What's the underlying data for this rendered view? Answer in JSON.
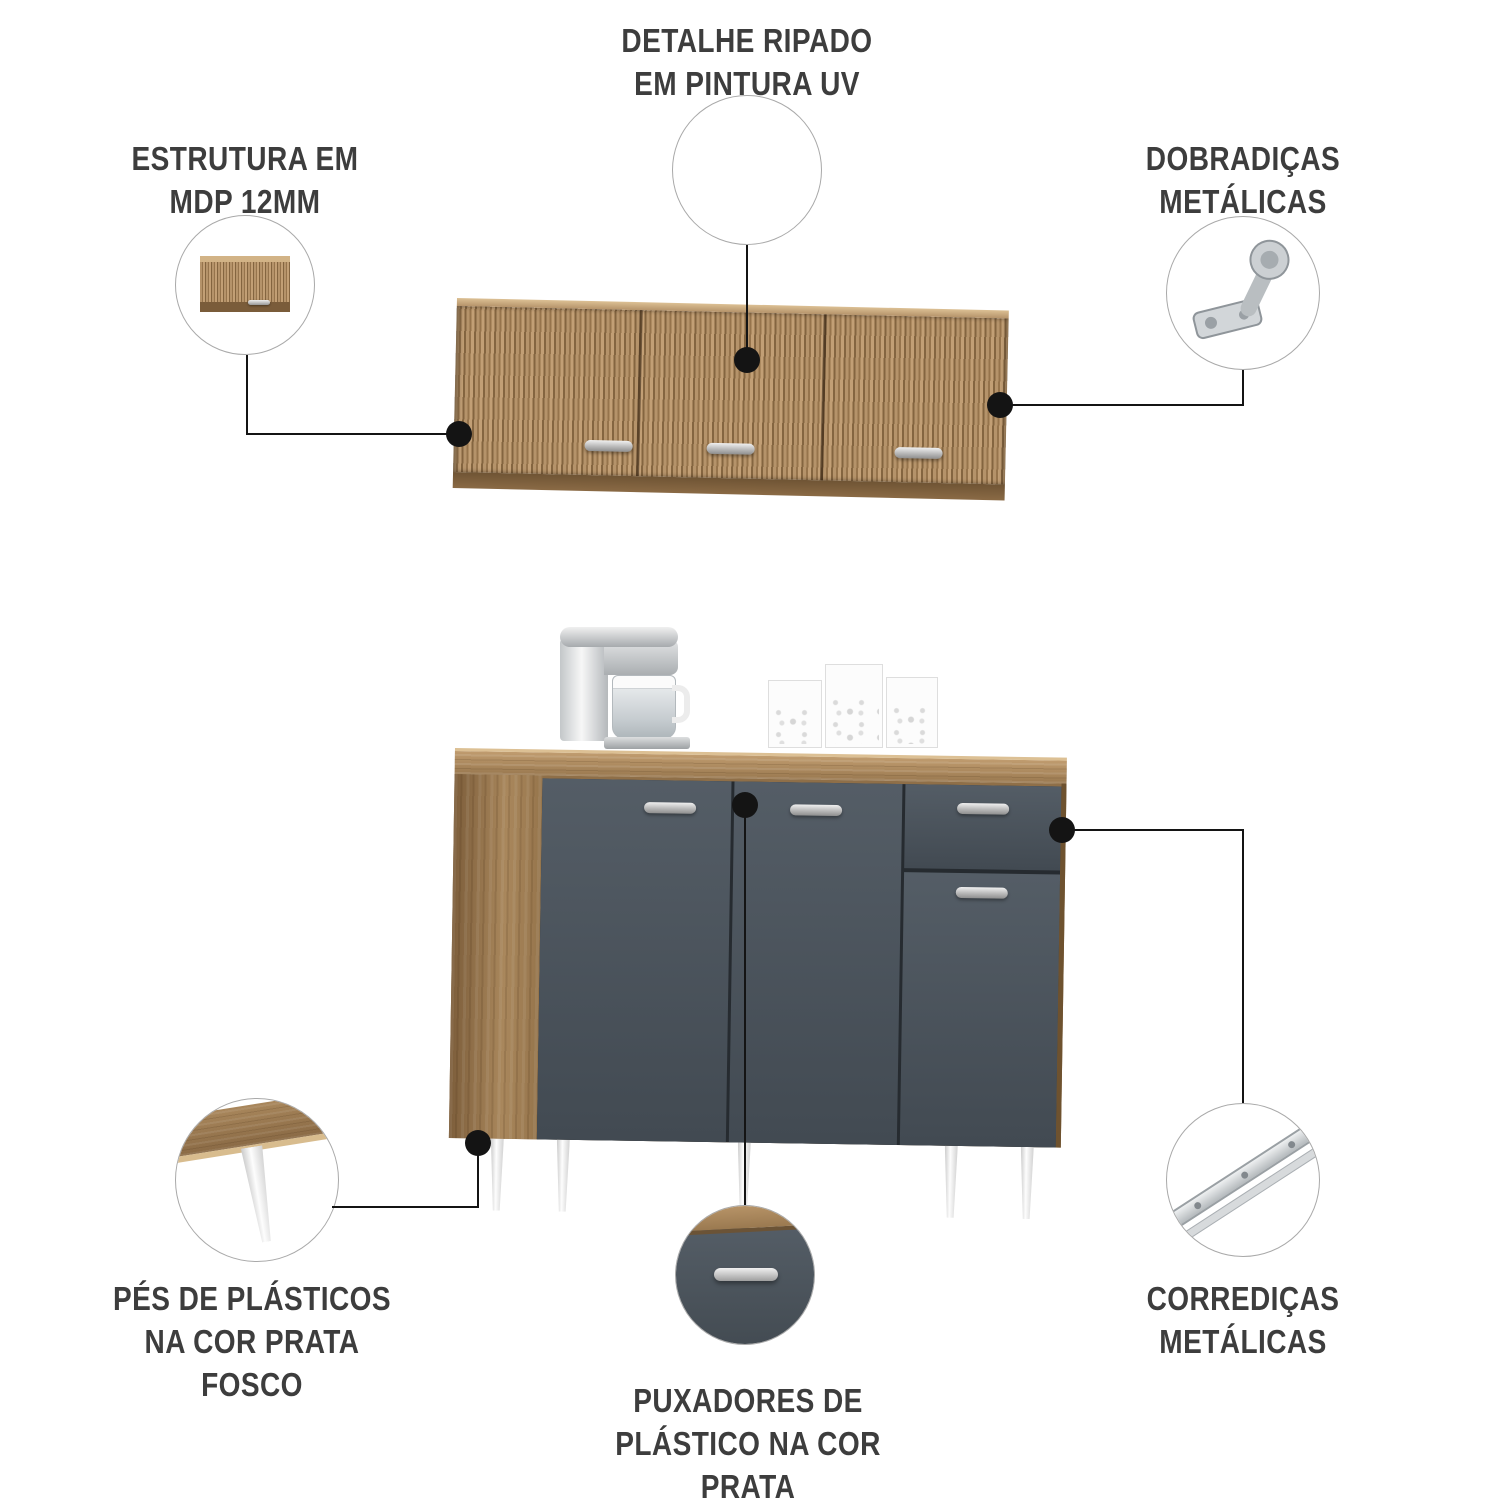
{
  "callouts": {
    "slats": {
      "label": "DETALHE RIPADO\nEM PINTURA UV"
    },
    "structure": {
      "label": "ESTRUTURA EM\nMDP 12MM"
    },
    "hinges": {
      "label": "DOBRADIÇAS\nMETÁLICAS"
    },
    "feet": {
      "label": "PÉS DE PLÁSTICOS\nNA COR PRATA FOSCO"
    },
    "handles": {
      "label": "PUXADORES DE\nPLÁSTICO NA COR\nPRATA"
    },
    "slides": {
      "label": "CORREDIÇAS\nMETÁLICAS"
    }
  },
  "colors": {
    "wood": "#a9875c",
    "wood_dark": "#7a5c3a",
    "wood_light": "#d2b386",
    "door_gray": "#4a525b",
    "handle_silver": "#c9c9c9",
    "leg_white": "#fdfdfd",
    "line": "#141414",
    "text": "#3d3d3d",
    "background": "#ffffff"
  }
}
